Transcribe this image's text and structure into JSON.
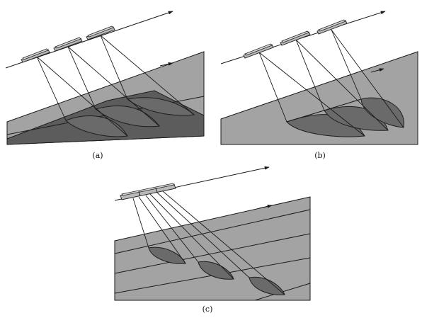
{
  "figure": {
    "panels": [
      {
        "id": "a",
        "caption": "(a)"
      },
      {
        "id": "b",
        "caption": "(b)"
      },
      {
        "id": "c",
        "caption": "(c)"
      }
    ],
    "colors": {
      "ground_light": "#a3a3a3",
      "ground_dark": "#5c5c5c",
      "footprint": "#6a6a6a",
      "satellite": "#b9b9b9",
      "line": "#1a1a1a"
    }
  }
}
